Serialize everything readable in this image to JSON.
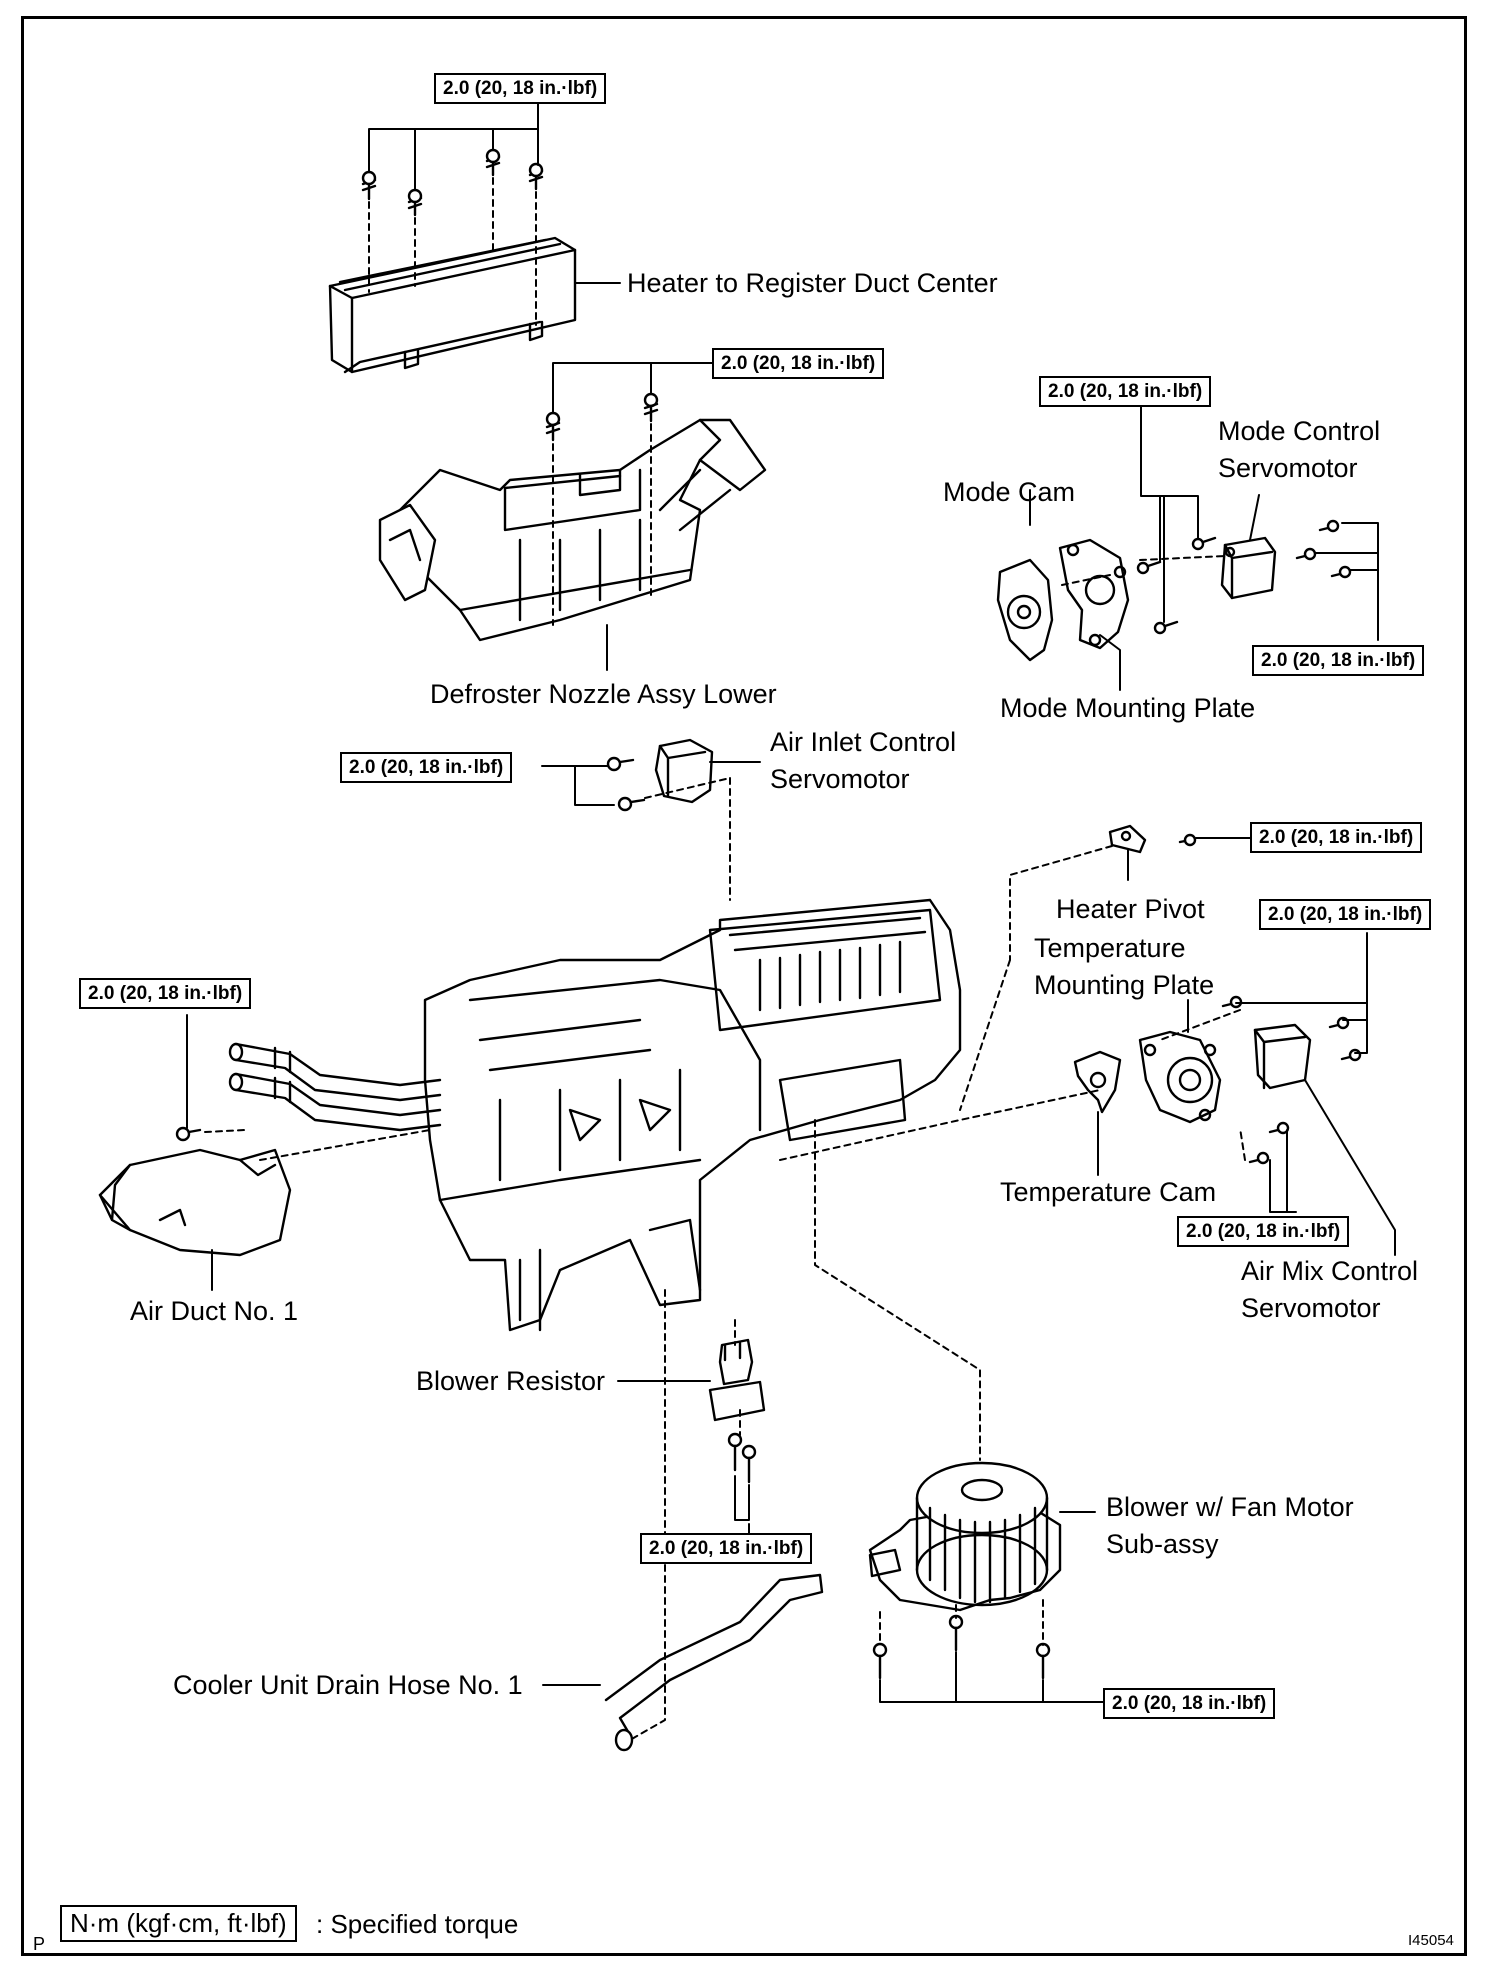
{
  "torque_label": "2.0 (20, 18 in.·lbf)",
  "parts": {
    "heater_to_register_duct_center": "Heater to Register Duct Center",
    "defroster_nozzle_assy_lower": "Defroster Nozzle Assy Lower",
    "mode_control_servomotor": [
      "Mode Control",
      "Servomotor"
    ],
    "mode_cam": "Mode Cam",
    "mode_mounting_plate": "Mode Mounting Plate",
    "air_inlet_control_servomotor": [
      "Air Inlet Control",
      "Servomotor"
    ],
    "heater_pivot": "Heater Pivot",
    "temperature_mounting_plate": [
      "Temperature",
      "Mounting Plate"
    ],
    "temperature_cam": "Temperature Cam",
    "air_mix_control_servomotor": [
      "Air Mix Control",
      "Servomotor"
    ],
    "air_duct_no_1": "Air Duct No. 1",
    "blower_resistor": "Blower Resistor",
    "blower_fan_motor": [
      "Blower w/ Fan Motor",
      "Sub-assy"
    ],
    "cooler_unit_drain_hose": "Cooler Unit Drain Hose No. 1"
  },
  "legend": {
    "unit": "N·m (kgf·cm, ft·lbf)",
    "text": ": Specified torque"
  },
  "corner_letter": "P",
  "figure_code": "I45054"
}
